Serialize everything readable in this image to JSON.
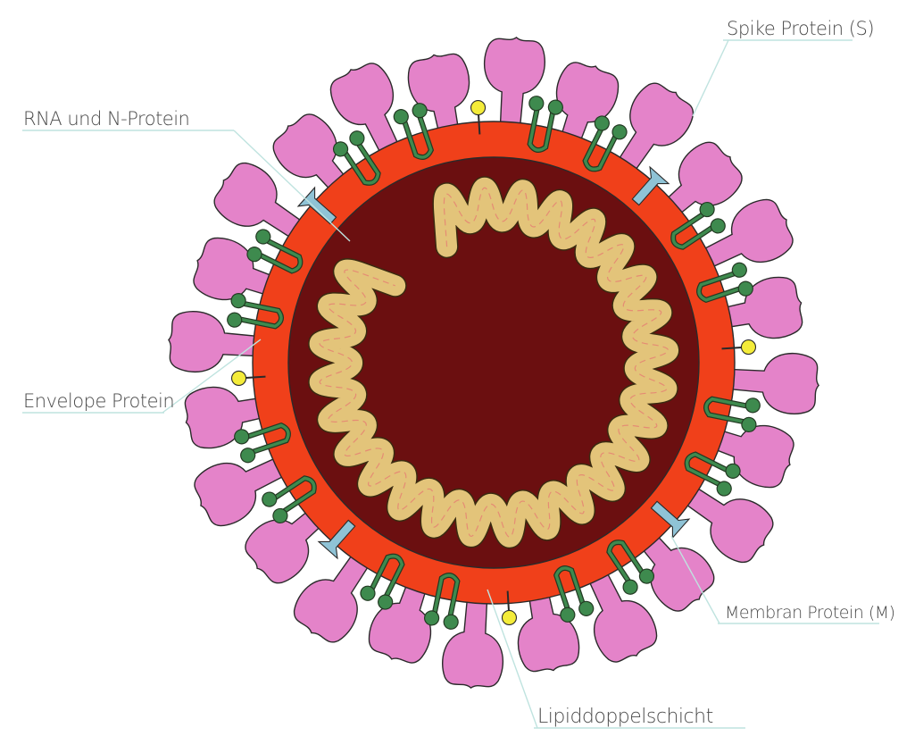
{
  "labels": {
    "spike": "Spike Protein (S)",
    "rna": "RNA und N-Protein",
    "envelope": "Envelope Protein",
    "membrane": "Membran Protein (M)",
    "lipid": "Lipiddoppelschicht"
  },
  "colors": {
    "spike": "#e483c9",
    "membrane_ring": "#f0401a",
    "core": "#6b0f10",
    "rna_ribbon": "#e3c47a",
    "membrane_protein": "#3e8a4e",
    "envelope_protein": "#8fc3d6",
    "hemagglutinin": "#f4ec3a",
    "leader_line": "#bfe3df",
    "label_text": "#4a4a4a"
  },
  "icons": [
    "spike-protein",
    "membrane-protein",
    "envelope-protein",
    "hemagglutinin-esterase",
    "rna-coil"
  ]
}
